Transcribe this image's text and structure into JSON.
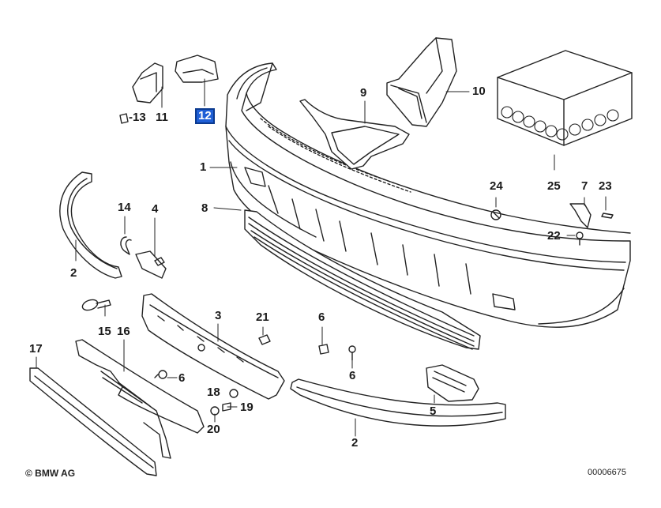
{
  "diagram": {
    "highlight_color": "#1f5fd6",
    "labels": {
      "p1": "1",
      "p2a": "2",
      "p2b": "2",
      "p3": "3",
      "p4": "4",
      "p5": "5",
      "p6a": "6",
      "p6b": "6",
      "p6c": "6",
      "p7": "7",
      "p8": "8",
      "p9": "9",
      "p10": "10",
      "p11": "11",
      "p12": "12",
      "p13": "-13",
      "p14": "14",
      "p15": "15",
      "p16": "16",
      "p17": "17",
      "p18": "18",
      "p19": "19",
      "p20": "20",
      "p21": "21",
      "p22": "22",
      "p23": "23",
      "p24": "24",
      "p25": "25"
    },
    "copyright": "© BMW AG",
    "document_number": "00006675"
  }
}
